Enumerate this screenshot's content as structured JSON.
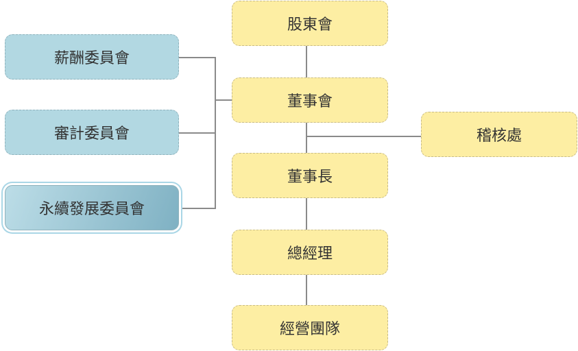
{
  "nodes": {
    "shareholders": "股東會",
    "board": "董事會",
    "chairman": "董事長",
    "gm": "總經理",
    "management": "經營團隊",
    "audit_office": "稽核處",
    "compensation": "薪酬委員會",
    "audit_committee": "審計委員會",
    "sustainability": "永續發展委員會"
  }
}
